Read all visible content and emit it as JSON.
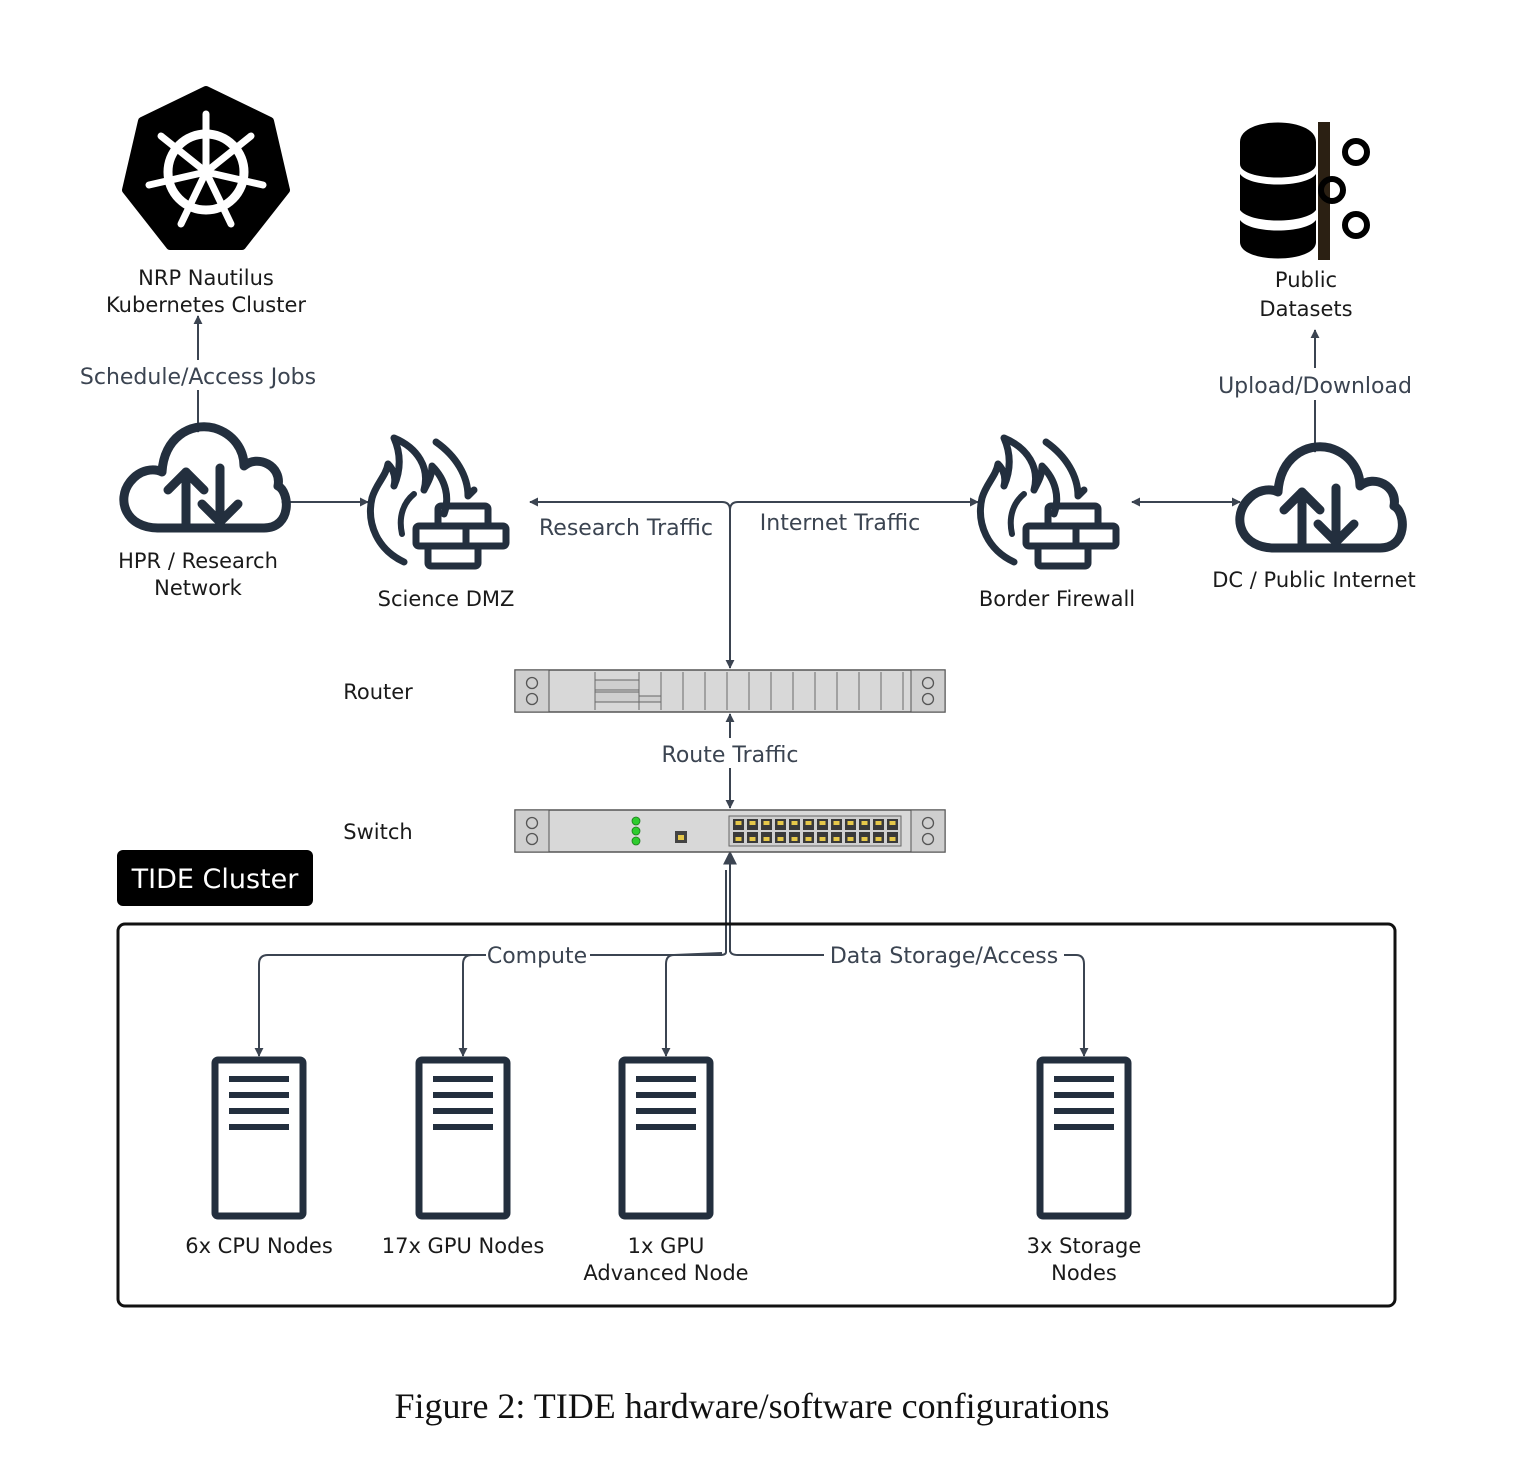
{
  "nodes": {
    "nautilus": [
      "NRP Nautilus",
      "Kubernetes Cluster"
    ],
    "public_datasets": [
      "Public",
      "Datasets"
    ],
    "hpr": [
      "HPR / Research",
      "Network"
    ],
    "science_dmz": "Science DMZ",
    "border_firewall": "Border Firewall",
    "dc_internet": "DC / Public Internet",
    "router": "Router",
    "switch": "Switch",
    "cluster_title": "TIDE Cluster",
    "cpu_nodes": "6x CPU Nodes",
    "gpu_nodes": "17x GPU Nodes",
    "gpu_advanced": [
      "1x GPU",
      "Advanced Node"
    ],
    "storage_nodes": [
      "3x Storage",
      "Nodes"
    ]
  },
  "edges": {
    "schedule": "Schedule/Access Jobs",
    "upload": "Upload/Download",
    "research_traffic": "Research Traffic",
    "internet_traffic": "Internet Traffic",
    "route_traffic": "Route Traffic",
    "compute": "Compute",
    "storage_access": "Data Storage/Access"
  },
  "caption": "Figure 2: TIDE hardware/software configurations",
  "icons": {
    "kubernetes": "kubernetes-icon",
    "database": "database-icon",
    "cloud": "cloud-upload-download-icon",
    "firewall": "firewall-icon",
    "router": "router-rack-icon",
    "switch": "switch-rack-icon",
    "server": "server-icon"
  },
  "colors": {
    "ink": "#232f3e",
    "edge": "#3b4451",
    "port_led": "#2ecc2e",
    "port_fill": "#e6c84a",
    "badge": "#000000"
  }
}
